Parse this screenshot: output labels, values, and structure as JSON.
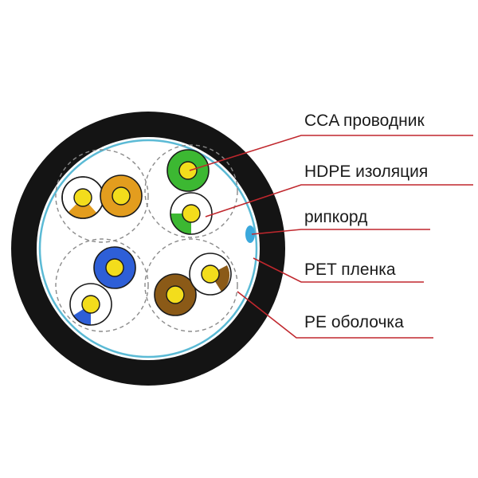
{
  "labels": [
    "CCA проводник",
    "HDPE изоляция",
    "рипкорд",
    "PET пленка",
    "PE оболочка"
  ],
  "colors": {
    "jacket": "#141414",
    "foil": "#5bbad5",
    "leader": "#c0272d",
    "conductor": "#f3dd1c",
    "orange": "#e39d1e",
    "green": "#3cb832",
    "blue": "#2e5fd7",
    "brown": "#8b5a17",
    "ripcord": "#3aa8dc"
  }
}
